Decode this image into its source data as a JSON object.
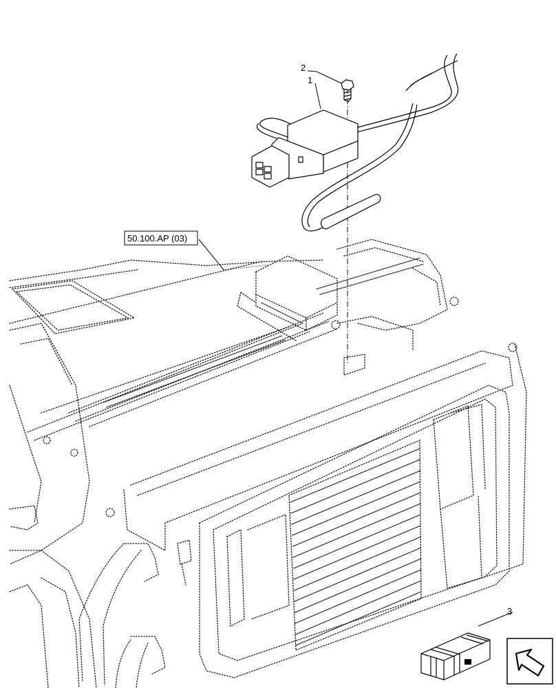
{
  "diagram": {
    "reference_label": "50.100.AP (03)",
    "callouts": [
      {
        "id": "callout-1",
        "number": "1",
        "part": "relay-module"
      },
      {
        "id": "callout-2",
        "number": "2",
        "part": "screw"
      },
      {
        "id": "callout-3",
        "number": "3",
        "part": "kit-box"
      }
    ],
    "icons": [
      "return-arrow-icon"
    ],
    "colors": {
      "ink": "#000000",
      "background": "#ffffff"
    }
  }
}
